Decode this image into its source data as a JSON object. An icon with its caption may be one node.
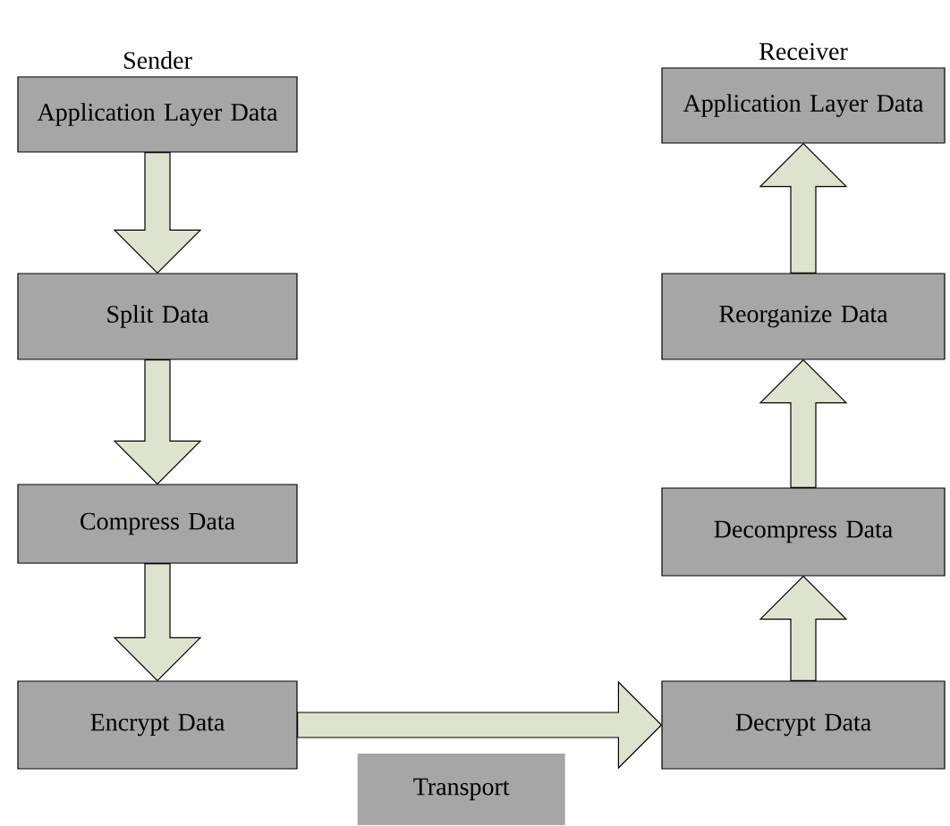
{
  "diagram": {
    "nodes": [
      {
        "text": [
          "Sender",
          "Application Layer Data"
        ]
      },
      {
        "text": [
          "Split Data"
        ]
      },
      {
        "text": [
          "Compress Data"
        ]
      },
      {
        "text": [
          "Encrypt Data"
        ]
      },
      {
        "text": [
          "Decrypt Data"
        ]
      },
      {
        "text": [
          "Decompress Data"
        ]
      },
      {
        "text": [
          "Reorganize Data"
        ]
      },
      {
        "text": [
          "Receiver",
          "Application Layer Data"
        ]
      }
    ],
    "edges": [
      {
        "from": 0,
        "to": 1,
        "arrow": "to"
      },
      {
        "from": 1,
        "to": 2,
        "arrow": "to"
      },
      {
        "from": 2,
        "to": 3,
        "arrow": "to"
      },
      {
        "from": 3,
        "to": 4,
        "arrow": "to",
        "label": "Transport"
      },
      {
        "from": 4,
        "to": 5,
        "arrow": "to"
      },
      {
        "from": 5,
        "to": 6,
        "arrow": "to"
      },
      {
        "from": 6,
        "to": 7,
        "arrow": "to"
      }
    ]
  }
}
